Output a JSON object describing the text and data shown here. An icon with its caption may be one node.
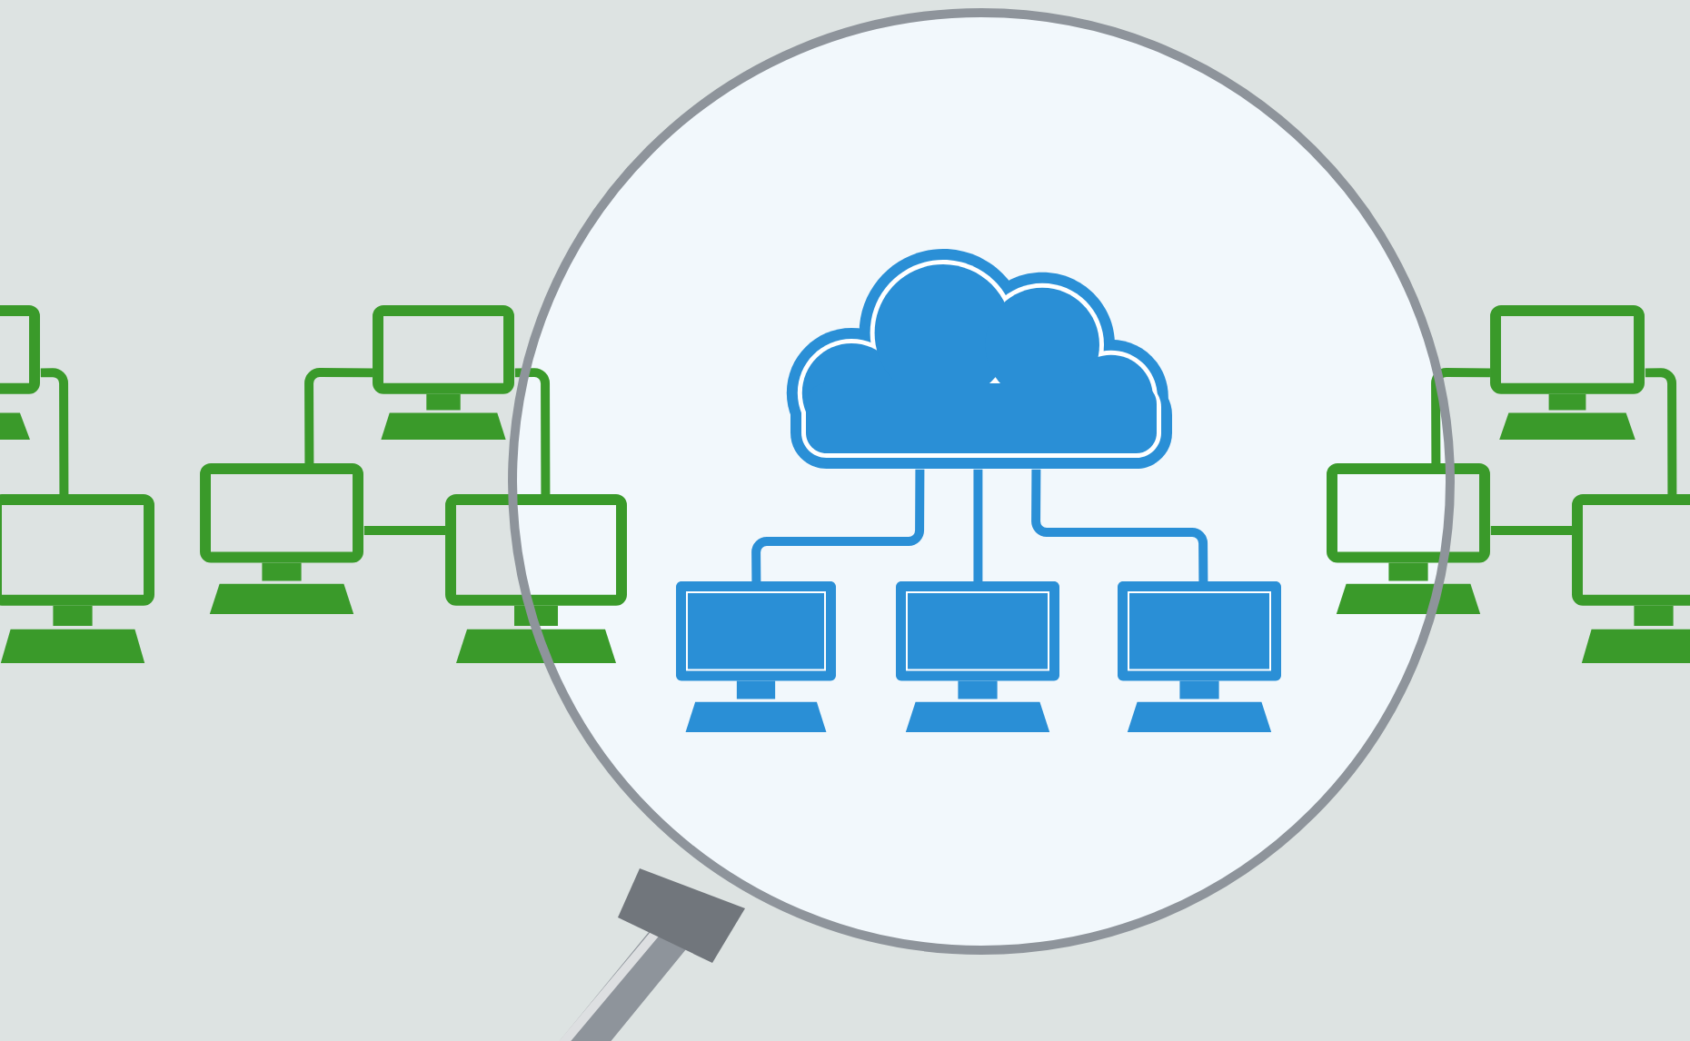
{
  "diagram": {
    "nodes": [
      {
        "text": [],
        "shape": "cloud"
      },
      {
        "text": [],
        "shape": "computer"
      },
      {
        "text": [],
        "shape": "computer"
      },
      {
        "text": [],
        "shape": "computer"
      },
      {
        "text": [],
        "shape": "computer"
      },
      {
        "text": [],
        "shape": "computer"
      },
      {
        "text": [],
        "shape": "computer"
      },
      {
        "text": [],
        "shape": "computer"
      },
      {
        "text": [],
        "shape": "computer"
      },
      {
        "text": [],
        "shape": "computer"
      },
      {
        "text": [],
        "shape": "computer"
      },
      {
        "text": [],
        "shape": "computer"
      }
    ],
    "edges": [
      {
        "from": 0,
        "to": 1,
        "arrow": "none",
        "color": "#2a8fd6"
      },
      {
        "from": 0,
        "to": 2,
        "arrow": "none",
        "color": "#2a8fd6"
      },
      {
        "from": 0,
        "to": 3,
        "arrow": "none",
        "color": "#2a8fd6"
      },
      {
        "from": 4,
        "to": 7,
        "arrow": "none"
      },
      {
        "from": 5,
        "to": 6,
        "arrow": "none"
      },
      {
        "from": 6,
        "to": 8,
        "arrow": "none"
      },
      {
        "from": 5,
        "to": 8,
        "arrow": "none"
      },
      {
        "from": 10,
        "to": 9,
        "arrow": "none"
      },
      {
        "from": 10,
        "to": 11,
        "arrow": "none"
      },
      {
        "from": 9,
        "to": 11,
        "arrow": "none"
      }
    ]
  }
}
